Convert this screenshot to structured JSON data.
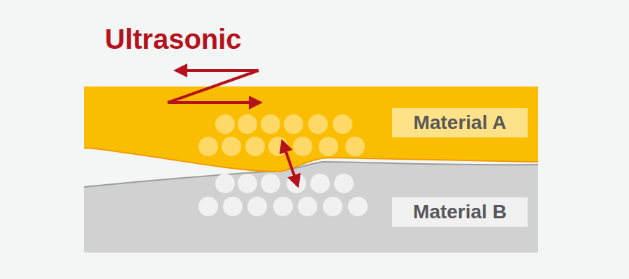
{
  "diagram": {
    "nodes": [
      {
        "text": [
          "Material A"
        ]
      },
      {
        "text": [
          "Material B"
        ]
      }
    ],
    "labels": [
      "Ultrasonic"
    ]
  }
}
